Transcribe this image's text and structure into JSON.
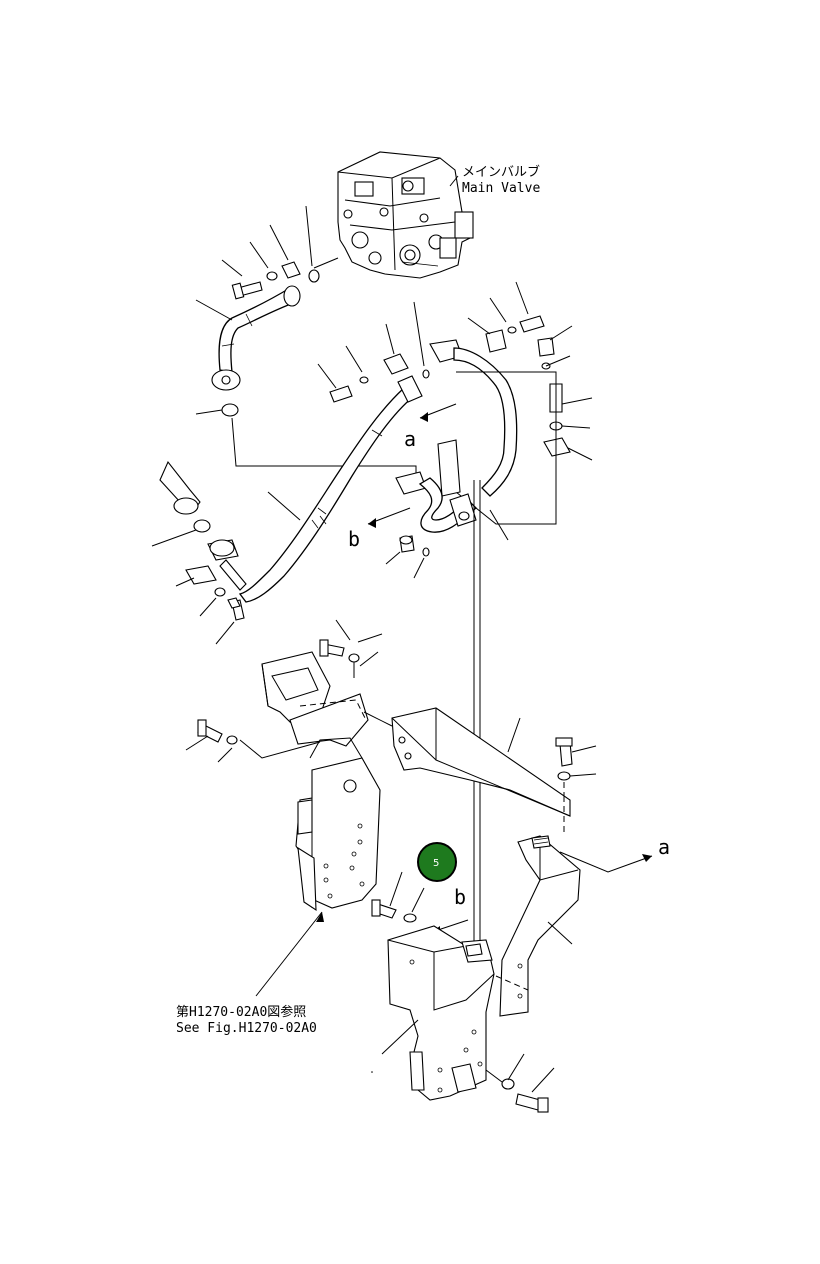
{
  "labels": {
    "main_valve_jp": "メインバルブ",
    "main_valve_en": "Main Valve",
    "ref_jp": "第H1270-02A0図参照",
    "ref_en": "See Fig.H1270-02A0",
    "letter_a": "a",
    "letter_b": "b"
  },
  "callout": {
    "number": "5",
    "fill_color": "#1e7a1e",
    "ring_color": "#000000"
  }
}
